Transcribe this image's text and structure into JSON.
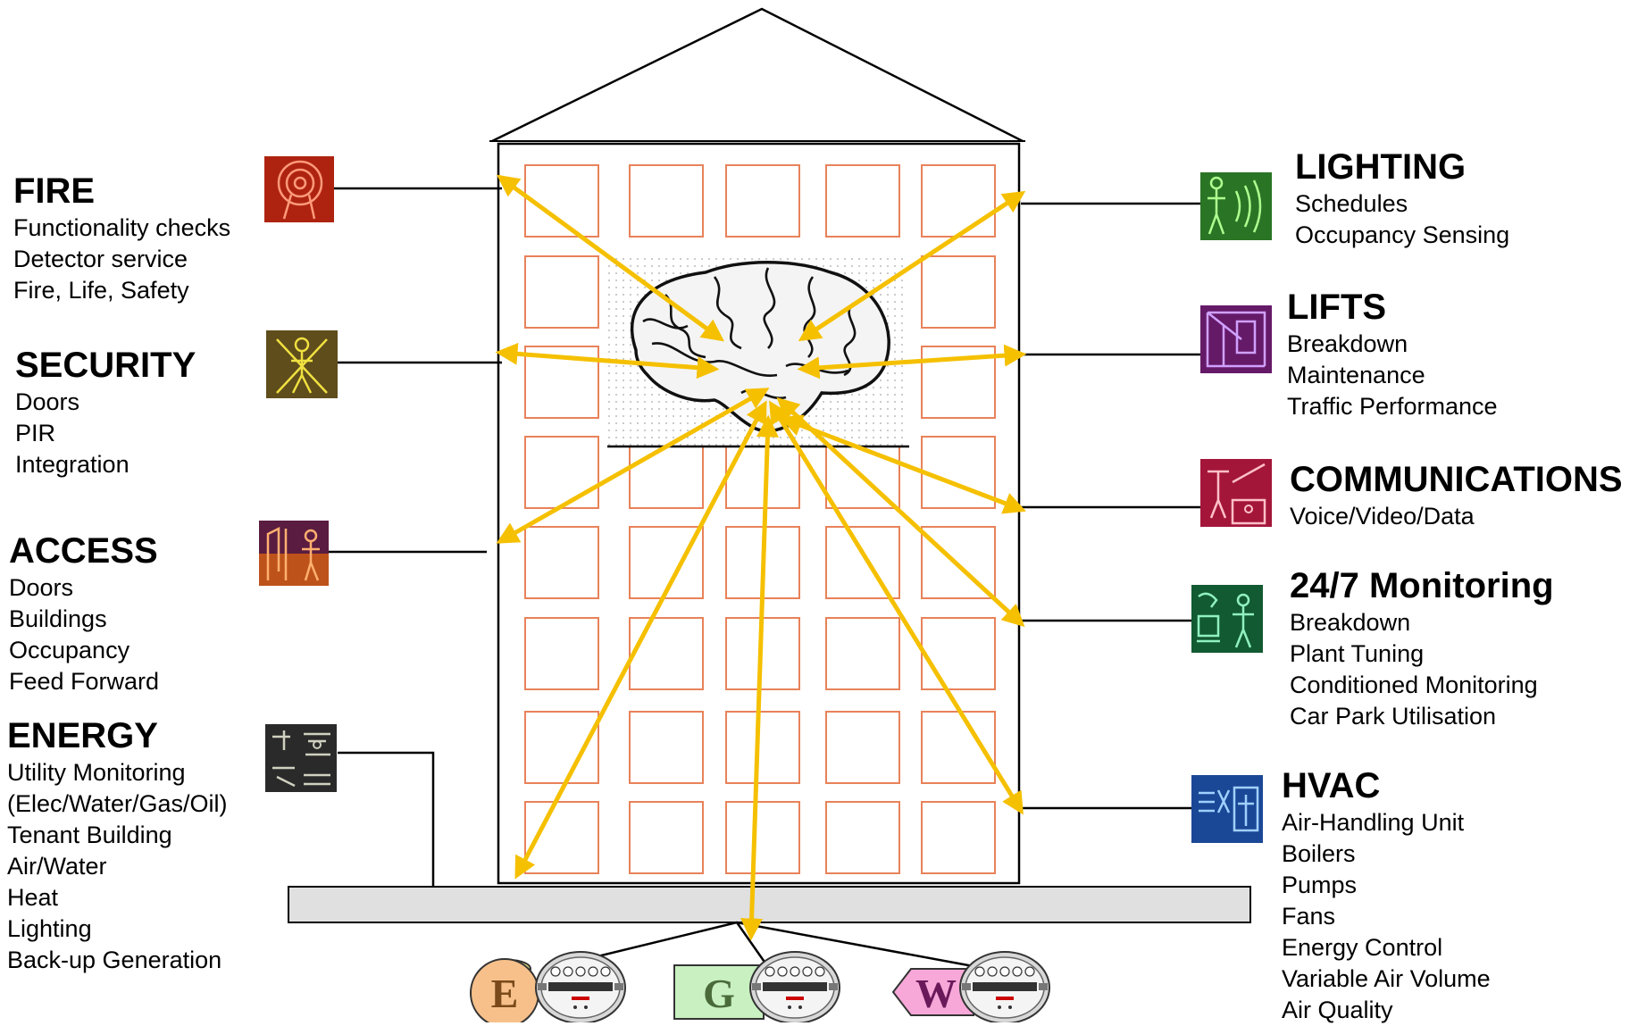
{
  "systems": {
    "fire": {
      "title": "FIRE",
      "items": [
        "Functionality checks",
        "Detector service",
        "Fire, Life, Safety"
      ],
      "icon": "fire-icon"
    },
    "security": {
      "title": "SECURITY",
      "items": [
        "Doors",
        "PIR",
        "Integration"
      ],
      "icon": "security-icon"
    },
    "access": {
      "title": "ACCESS",
      "items": [
        "Doors",
        "Buildings",
        "Occupancy",
        "Feed Forward"
      ],
      "icon": "access-icon"
    },
    "energy": {
      "title": "ENERGY",
      "items": [
        "Utility Monitoring",
        "(Elec/Water/Gas/Oil)",
        "Tenant Building",
        "Air/Water",
        "Heat",
        "Lighting",
        "Back-up Generation"
      ],
      "icon": "energy-icon"
    },
    "lighting": {
      "title": "LIGHTING",
      "items": [
        "Schedules",
        "Occupancy Sensing"
      ],
      "icon": "lighting-icon"
    },
    "lifts": {
      "title": "LIFTS",
      "items": [
        "Breakdown",
        "Maintenance",
        "Traffic Performance"
      ],
      "icon": "lifts-icon"
    },
    "communications": {
      "title": "COMMUNICATIONS",
      "items": [
        "Voice/Video/Data"
      ],
      "icon": "communications-icon"
    },
    "monitoring": {
      "title": "24/7 Monitoring",
      "items": [
        "Breakdown",
        "Plant Tuning",
        "Conditioned Monitoring",
        "Car Park Utilisation"
      ],
      "icon": "monitoring-icon"
    },
    "hvac": {
      "title": "HVAC",
      "items": [
        "Air-Handling Unit",
        "Boilers",
        "Pumps",
        "Fans",
        "Energy Control",
        "Variable Air Volume",
        "Air Quality"
      ],
      "icon": "hvac-icon"
    }
  },
  "meters": [
    {
      "letter": "E",
      "color": "#f7c08a"
    },
    {
      "letter": "G",
      "color": "#c8f0c0"
    },
    {
      "letter": "W",
      "color": "#f7a8d8"
    }
  ],
  "colors": {
    "arrow": "#f5c000",
    "window": "#e8825a",
    "base": "#e0e0e0"
  }
}
